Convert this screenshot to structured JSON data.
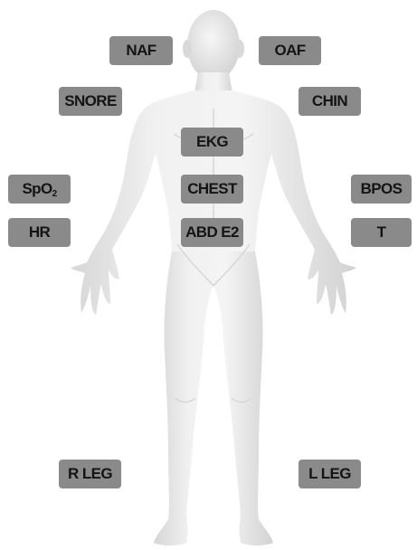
{
  "colors": {
    "label_bg": "#8a8a8a",
    "label_text": "#141414",
    "body_fill": "#ececec",
    "body_shade": "#d2d2d2"
  },
  "labels": {
    "naf": "NAF",
    "oaf": "OAF",
    "snore": "SNORE",
    "chin": "CHIN",
    "ekg": "EKG",
    "spo2_main": "SpO",
    "spo2_sub": "2",
    "chest": "CHEST",
    "bpos": "BPOS",
    "hr": "HR",
    "abd": "ABD E2",
    "t": "T",
    "r_leg": "R LEG",
    "l_leg": "L LEG"
  }
}
